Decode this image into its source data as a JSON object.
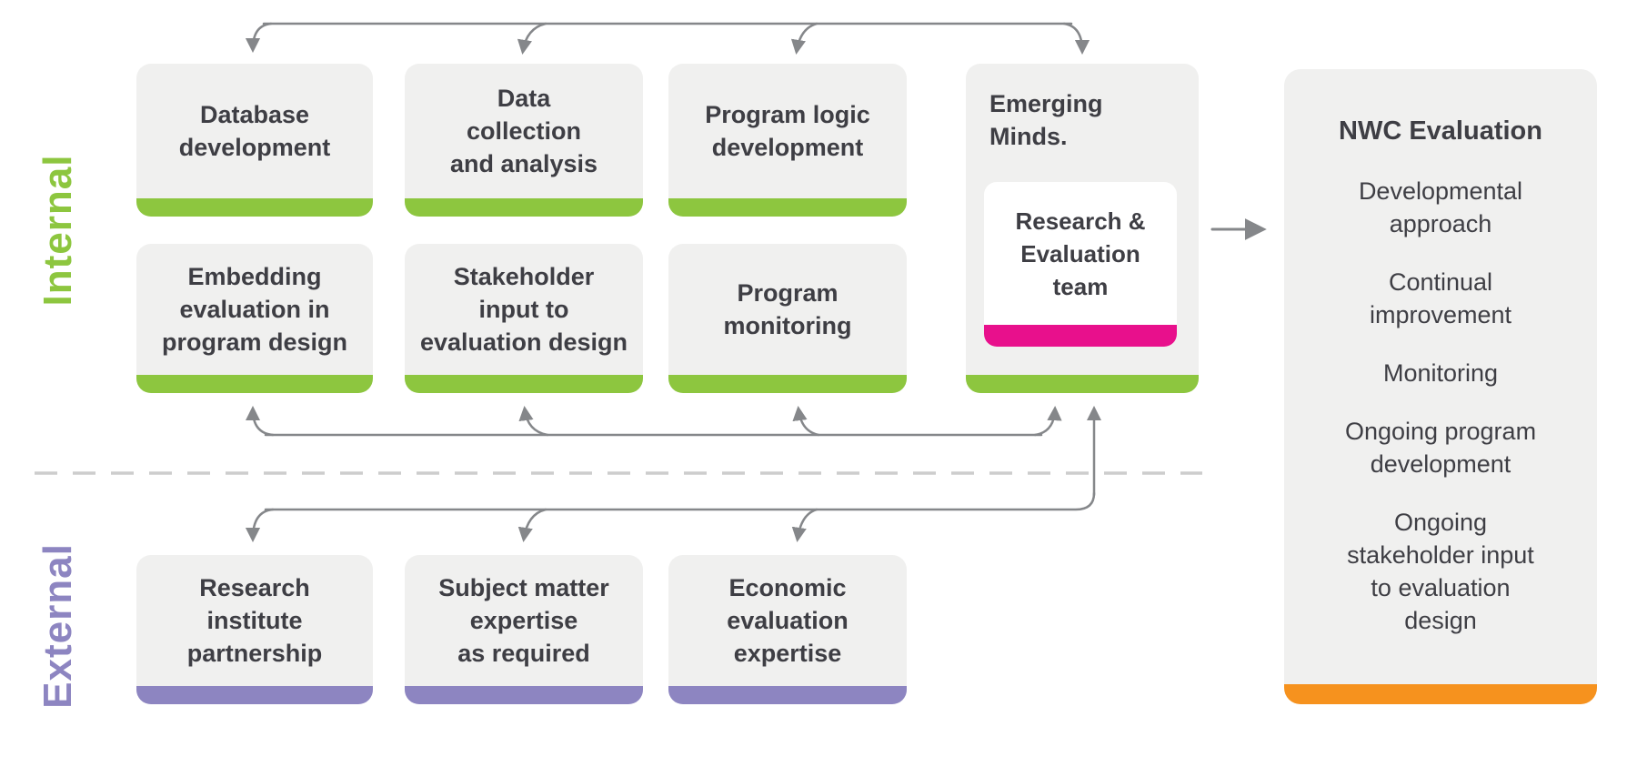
{
  "diagram": {
    "sections": {
      "internal_label": "Internal",
      "external_label": "External"
    },
    "internal_row1": [
      {
        "label": "Database\ndevelopment"
      },
      {
        "label": "Data\ncollection\nand analysis"
      },
      {
        "label": "Program logic\ndevelopment"
      }
    ],
    "internal_row2": [
      {
        "label": "Embedding\nevaluation in\nprogram design"
      },
      {
        "label": "Stakeholder\ninput to\nevaluation design"
      },
      {
        "label": "Program\nmonitoring"
      }
    ],
    "emerging_minds": {
      "label": "Emerging\nMinds.",
      "team_label": "Research &\nEvaluation\nteam"
    },
    "external_row": [
      {
        "label": "Research\ninstitute\npartnership"
      },
      {
        "label": "Subject matter\nexpertise\nas required"
      },
      {
        "label": "Economic\nevaluation\nexpertise"
      }
    ],
    "nwc": {
      "title": "NWC Evaluation",
      "items": [
        "Developmental\napproach",
        "Continual\nimprovement",
        "Monitoring",
        "Ongoing program\ndevelopment",
        "Ongoing\nstakeholder input\nto evaluation\ndesign"
      ]
    },
    "colors": {
      "internal_accent": "#8dc63f",
      "external_accent": "#8d85c1",
      "team_accent": "#e8108c",
      "nwc_accent": "#f6921e",
      "box_bg": "#f0f0ef",
      "text": "#3e3e44",
      "arrow": "#85878a",
      "divider": "#cdcdcd"
    },
    "icons": [
      "flow-arrow-down",
      "flow-arrow-up",
      "output-arrow-right",
      "dashed-divider"
    ]
  }
}
